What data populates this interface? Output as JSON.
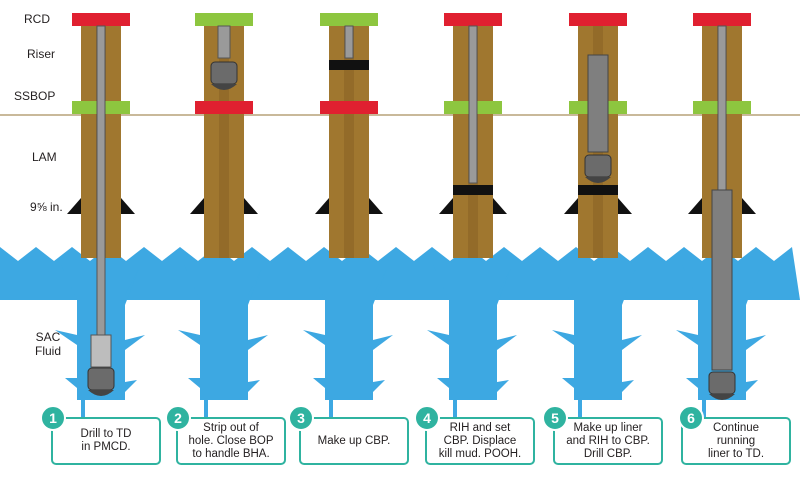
{
  "labels": {
    "rcd": "RCD",
    "riser": "Riser",
    "ssbop": "SSBOP",
    "lam": "LAM",
    "casing": "9⅝ in.",
    "sac_fluid": "SAC\nFluid"
  },
  "colors": {
    "riser_brown": "#a0772f",
    "riser_dark": "#7a5520",
    "rcd_red": "#e02030",
    "bop_green": "#8dc63f",
    "water_blue": "#3da8e2",
    "pipe_gray": "#9a9a9a",
    "plug_black": "#111111",
    "teal": "#2fb3a0",
    "seafloor_line": "#c9b99a"
  },
  "steps": [
    {
      "number": "1",
      "text": "Drill to TD\nin PMCD.",
      "top_preventer_state": "open",
      "bottom_preventer_state": "open"
    },
    {
      "number": "2",
      "text": "Strip out of\nhole. Close BOP\nto handle BHA.",
      "top_preventer_state": "open",
      "bottom_preventer_state": "closed"
    },
    {
      "number": "3",
      "text": "Make up CBP.",
      "top_preventer_state": "open",
      "bottom_preventer_state": "closed"
    },
    {
      "number": "4",
      "text": "RIH and set\nCBP. Displace\nkill mud. POOH.",
      "top_preventer_state": "closed",
      "bottom_preventer_state": "open"
    },
    {
      "number": "5",
      "text": "Make up liner\nand RIH to CBP.\nDrill CBP.",
      "top_preventer_state": "closed",
      "bottom_preventer_state": "open"
    },
    {
      "number": "6",
      "text": "Continue\nrunning\nliner to TD.",
      "top_preventer_state": "closed",
      "bottom_preventer_state": "open"
    }
  ]
}
